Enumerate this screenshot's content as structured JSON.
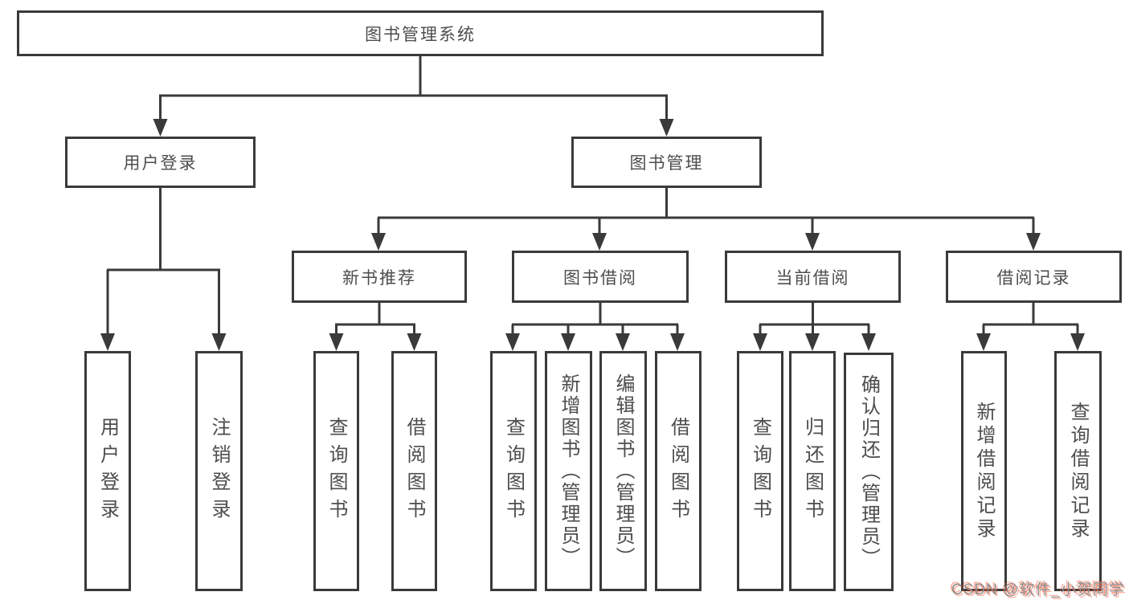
{
  "nodes": {
    "root": "图书管理系统",
    "level2": {
      "user_login": "用户登录",
      "book_mgmt": "图书管理"
    },
    "level3": {
      "new_books": "新书推荐",
      "book_borrow": "图书借阅",
      "current_borrow": "当前借阅",
      "borrow_records": "借阅记录"
    },
    "leaves": {
      "login": "用户登录",
      "logout": "注销登录",
      "nb_query": "查询图书",
      "nb_borrow": "借阅图书",
      "bb_query": "查询图书",
      "bb_add": "新增图书（管理员）",
      "bb_edit": "编辑图书（管理员）",
      "bb_borrow": "借阅图书",
      "cb_query": "查询图书",
      "cb_return": "归还图书",
      "cb_confirm": "确认归还（管理员）",
      "br_add": "新增借阅记录",
      "br_query": "查询借阅记录"
    }
  },
  "watermark": "CSDN @软件_小贺同学",
  "colors": {
    "line": "#3a3a3a",
    "box_border": "#3a3a3a",
    "text": "#4d4d4d",
    "background": "#ffffff",
    "watermark_text": "#8f8f8f",
    "watermark_accent": "#fc5531"
  }
}
